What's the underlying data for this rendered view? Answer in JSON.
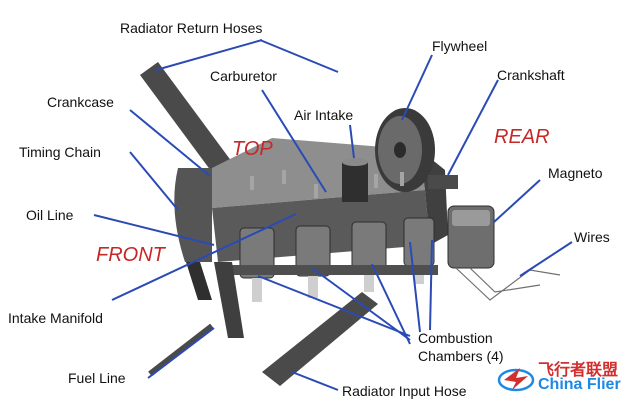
{
  "labels": {
    "radiator_return_hoses": "Radiator Return Hoses",
    "flywheel": "Flywheel",
    "carburetor": "Carburetor",
    "crankshaft": "Crankshaft",
    "crankcase": "Crankcase",
    "air_intake": "Air Intake",
    "timing_chain": "Timing Chain",
    "magneto": "Magneto",
    "oil_line": "Oil Line",
    "wires": "Wires",
    "intake_manifold": "Intake Manifold",
    "combustion_chambers_1": "Combustion",
    "combustion_chambers_2": "Chambers (4)",
    "fuel_line": "Fuel Line",
    "radiator_input_hose": "Radiator Input Hose"
  },
  "directions": {
    "top": "TOP",
    "rear": "REAR",
    "front": "FRONT"
  },
  "watermark": {
    "cn": "飞行者联盟",
    "en": "China Flier"
  },
  "colors": {
    "label_text": "#111111",
    "direction_text": "#c62828",
    "leader_line": "#2a4bb5",
    "engine_dark": "#3a3a3a",
    "engine_mid": "#6a6a6a",
    "engine_light": "#a5a5a5",
    "watermark_red": "#d32f2f",
    "watermark_blue": "#1e88e5"
  }
}
